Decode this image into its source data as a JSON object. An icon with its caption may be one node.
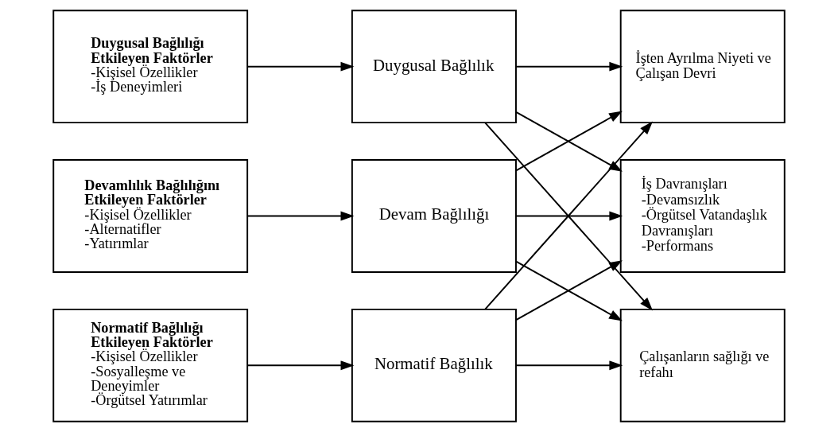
{
  "diagram": {
    "nodes": [
      {
        "text": [
          "Duygusal Bağlılığı Etkileyen Faktörler",
          "-Kişisel Özellikler",
          "-İş Deneyimleri"
        ]
      },
      {
        "text": [
          "Devamlılık Bağlılığını Etkileyen Faktörler",
          "-Kişisel Özellikler",
          "-Alternatifler",
          "-Yatırımlar"
        ]
      },
      {
        "text": [
          "Normatif Bağlılığı Etkileyen Faktörler",
          "-Kişisel Özellikler",
          "-Sosyalleşme ve Deneyimler",
          "-Örgütsel Yatırımlar"
        ]
      },
      {
        "text": [
          "Duygusal Bağlılık"
        ]
      },
      {
        "text": [
          "Devam Bağlılığı"
        ]
      },
      {
        "text": [
          "Normatif Bağlılık"
        ]
      },
      {
        "text": [
          "İşten Ayrılma Niyeti ve Çalışan Devri"
        ]
      },
      {
        "text": [
          "İş Davranışları",
          "-Devamsızlık",
          "-Örgütsel Vatandaşlık Davranışları",
          "-Performans"
        ]
      },
      {
        "text": [
          "Çalışanların sağlığı ve refahı"
        ]
      }
    ],
    "edges": [
      {
        "from": 0,
        "to": 3,
        "arrow": "to"
      },
      {
        "from": 1,
        "to": 4,
        "arrow": "to"
      },
      {
        "from": 2,
        "to": 5,
        "arrow": "to"
      },
      {
        "from": 3,
        "to": 6,
        "arrow": "to"
      },
      {
        "from": 3,
        "to": 7,
        "arrow": "to"
      },
      {
        "from": 3,
        "to": 8,
        "arrow": "to"
      },
      {
        "from": 4,
        "to": 6,
        "arrow": "to"
      },
      {
        "from": 4,
        "to": 7,
        "arrow": "to"
      },
      {
        "from": 4,
        "to": 8,
        "arrow": "to"
      },
      {
        "from": 5,
        "to": 6,
        "arrow": "to"
      },
      {
        "from": 5,
        "to": 7,
        "arrow": "to"
      },
      {
        "from": 5,
        "to": 8,
        "arrow": "to"
      }
    ]
  }
}
